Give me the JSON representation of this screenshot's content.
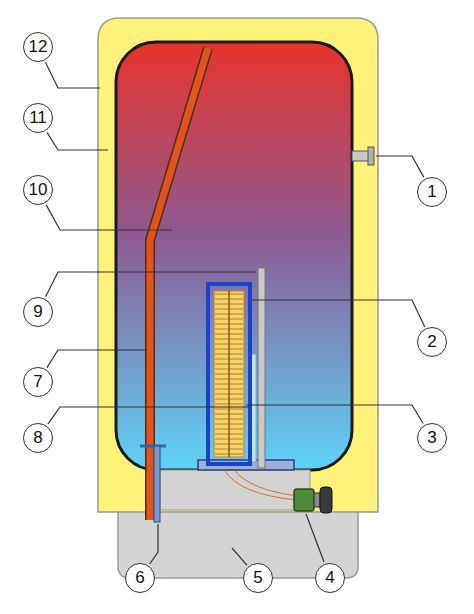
{
  "diagram": {
    "labels": [
      "12",
      "11",
      "10",
      "1",
      "9",
      "2",
      "7",
      "8",
      "3",
      "6",
      "5",
      "4"
    ]
  }
}
